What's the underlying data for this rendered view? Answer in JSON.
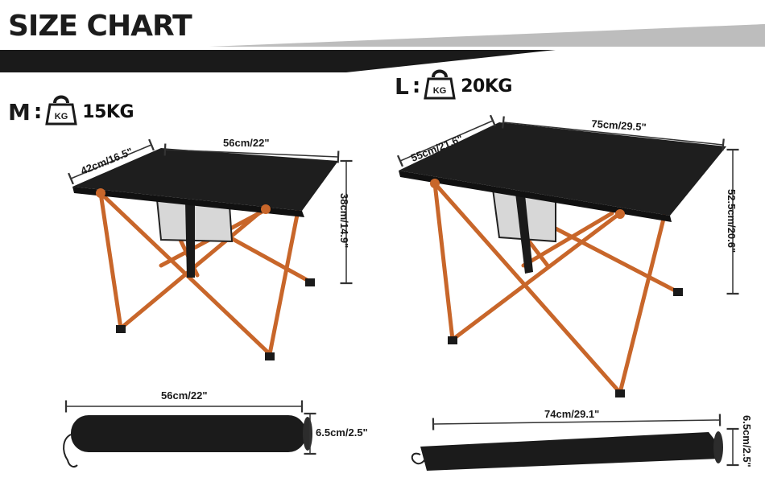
{
  "header": {
    "title": "SIZE CHART"
  },
  "medium": {
    "letter": "M",
    "colon": ":",
    "kg_icon_text": "KG",
    "weight": "15KG",
    "dim_depth": "42cm/16.5\"",
    "dim_width": "56cm/22\"",
    "dim_height": "38cm/14.9\"",
    "bag_length": "56cm/22\"",
    "bag_diameter": "6.5cm/2.5\""
  },
  "large": {
    "letter": "L",
    "colon": ":",
    "kg_icon_text": "KG",
    "weight": "20KG",
    "dim_depth": "55cm/21.6\"",
    "dim_width": "75cm/29.5\"",
    "dim_height": "52.5cm/20.6\"",
    "bag_length": "74cm/29.1\"",
    "bag_diameter": "6.5cm/2.5\""
  },
  "colors": {
    "frame": "#c8662a",
    "tabletop": "#1e1e1e",
    "bag": "#1b1b1b",
    "banner_dark": "#1a1a1a",
    "banner_gray": "#b9b9b9"
  },
  "icons": {
    "weight": "kettlebell-kg-icon"
  }
}
